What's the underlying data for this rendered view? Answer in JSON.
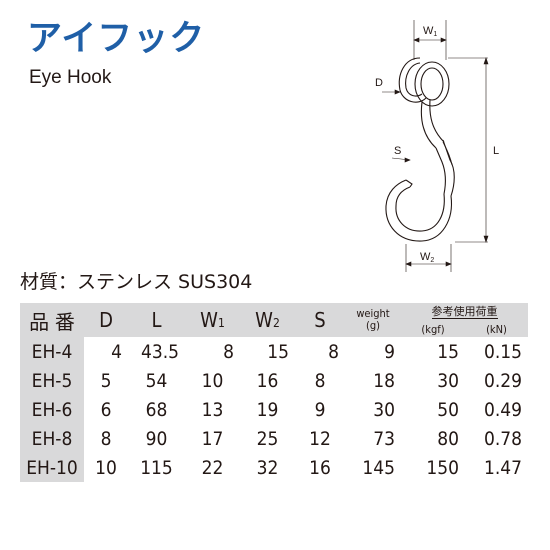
{
  "header": {
    "title_jp": "アイフック",
    "title_en": "Eye Hook"
  },
  "drawing": {
    "labels": {
      "w1": "W",
      "w1_sub": "1",
      "d": "D",
      "s": "S",
      "l": "L",
      "w2": "W",
      "w2_sub": "2"
    }
  },
  "material": "材質：ステンレス SUS304",
  "table": {
    "headers": {
      "code": "品 番",
      "d": "D",
      "l": "L",
      "w1": "W",
      "w1_sub": "1",
      "w2": "W",
      "w2_sub": "2",
      "s": "S",
      "weight": "weight",
      "weight_unit": "(g)",
      "load": "参考使用荷重",
      "load_kgf": "(kgf)",
      "load_kn": "(kN)"
    },
    "rows": [
      {
        "code": "EH-4",
        "d": "4",
        "l": "43.5",
        "w1": "8",
        "w2": "15",
        "s": "8",
        "weight": "9",
        "kgf": "15",
        "kn": "0.15"
      },
      {
        "code": "EH-5",
        "d": "5",
        "l": "54",
        "w1": "10",
        "w2": "16",
        "s": "8",
        "weight": "18",
        "kgf": "30",
        "kn": "0.29"
      },
      {
        "code": "EH-6",
        "d": "6",
        "l": "68",
        "w1": "13",
        "w2": "19",
        "s": "9",
        "weight": "30",
        "kgf": "50",
        "kn": "0.49"
      },
      {
        "code": "EH-8",
        "d": "8",
        "l": "90",
        "w1": "17",
        "w2": "25",
        "s": "12",
        "weight": "73",
        "kgf": "80",
        "kn": "0.78"
      },
      {
        "code": "EH-10",
        "d": "10",
        "l": "115",
        "w1": "22",
        "w2": "32",
        "s": "16",
        "weight": "145",
        "kgf": "150",
        "kn": "1.47"
      }
    ]
  },
  "colors": {
    "title": "#1f5fa7",
    "header_bg": "#d9d9da",
    "text": "#231815"
  }
}
